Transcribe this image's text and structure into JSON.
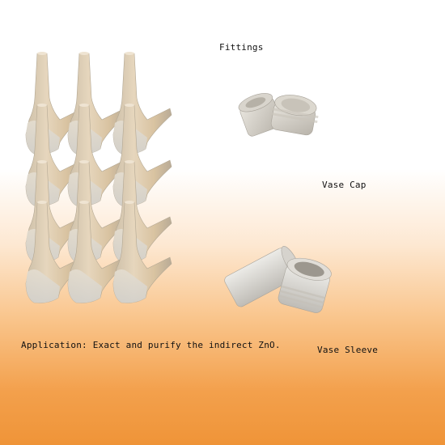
{
  "labels": {
    "fittings": "Fittings",
    "vase_cap": "Vase Cap",
    "vase_sleeve": "Vase Sleeve",
    "application": "Application: Exact and purify the indirect ZnO."
  },
  "images": {
    "fittings_group": "ceramic-fittings-photo",
    "vase_cap": "ceramic-vase-cap-photo",
    "vase_sleeve": "ceramic-vase-sleeve-photo"
  },
  "colors": {
    "ceramic_light": "#e9e6df",
    "ceramic_tan": "#d8c2a2",
    "ceramic_shadow": "#b9b4ab",
    "gradient_bottom": "#ef9438"
  }
}
